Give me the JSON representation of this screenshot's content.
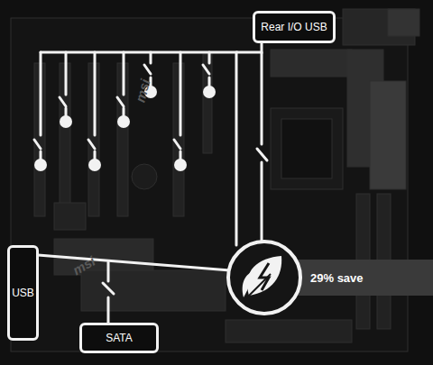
{
  "diagram": {
    "nodes": [
      {
        "text": [
          "Rear I/O USB"
        ]
      },
      {
        "text": [
          "USB"
        ]
      },
      {
        "text": [
          "29% save"
        ]
      },
      {
        "text": [
          "SATA"
        ]
      }
    ],
    "labels": [
      "msi",
      "msi"
    ]
  }
}
